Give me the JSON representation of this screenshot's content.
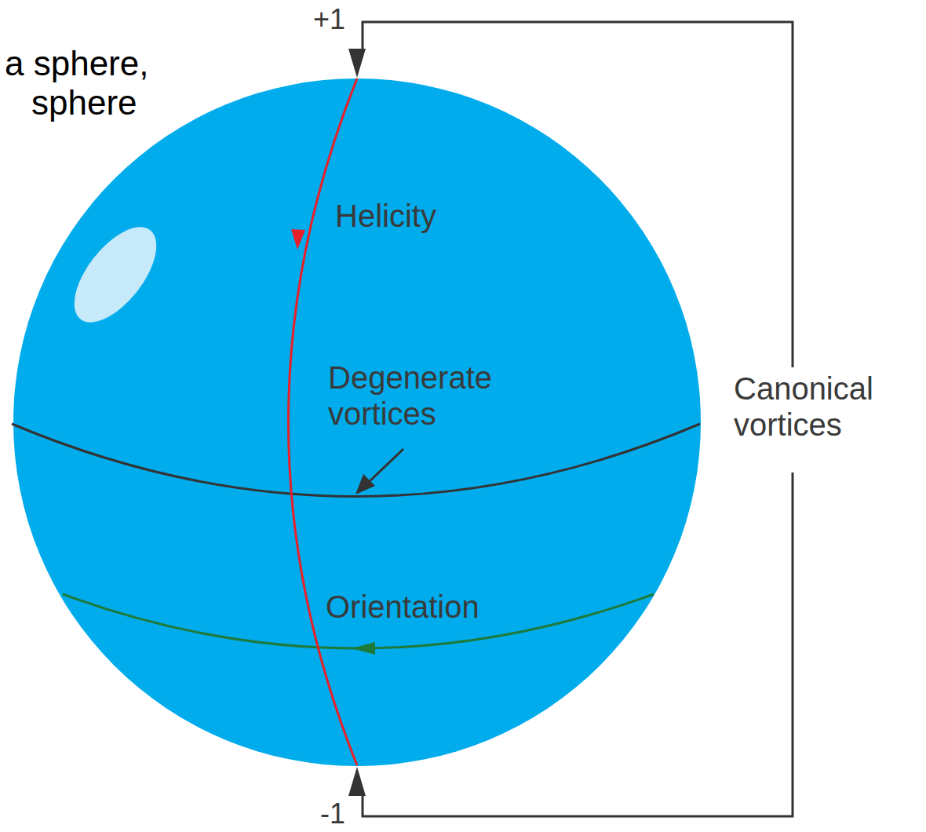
{
  "diagram": {
    "nodes": [
      {
        "text": [
          "Helicity",
          "Degenerate vortices",
          "Orientation"
        ]
      }
    ],
    "labels": [
      "a sphere,",
      "sphere",
      "+1",
      "Canonical vortices",
      "-1"
    ]
  }
}
